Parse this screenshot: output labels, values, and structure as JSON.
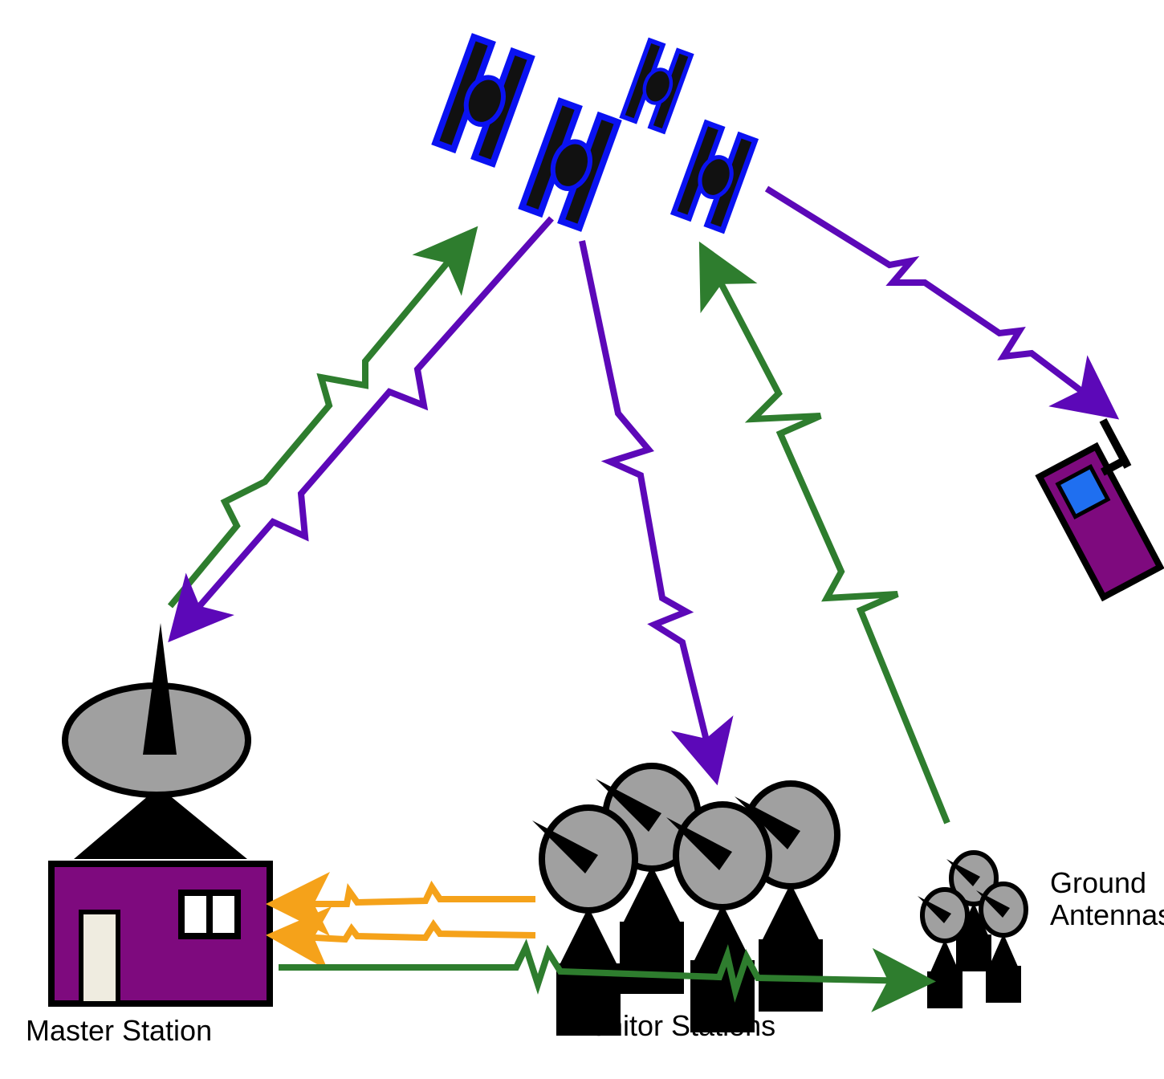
{
  "labels": {
    "master_station": "Master Station",
    "monitor_stations": "Monitor Stations",
    "ground_antennas_line1": "Ground",
    "ground_antennas_line2": "Antennas"
  },
  "colors": {
    "satellite_panel": "#0a12f2",
    "satellite_body": "#111111",
    "downlink": "#5c08b8",
    "uplink": "#2e7d2e",
    "data_link": "#f5a21a",
    "building": "#7e0a7e",
    "door": "#efece0",
    "dish": "#a0a0a0",
    "receiver_screen": "#1f6ff0"
  },
  "icons": [
    "satellite-icon",
    "master-station-icon",
    "monitor-station-dish-icon",
    "ground-antenna-icon",
    "gps-receiver-icon"
  ]
}
